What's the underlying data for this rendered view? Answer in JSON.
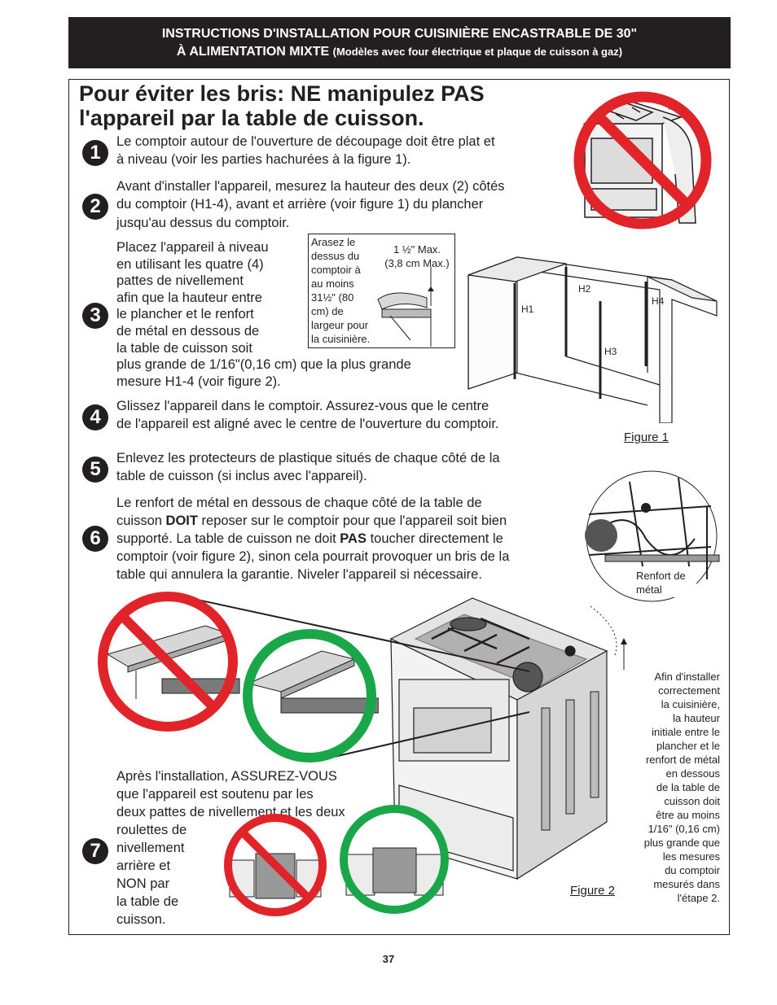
{
  "header": {
    "line1": "INSTRUCTIONS D'INSTALLATION POUR CUISINIÈRE ENCASTRABLE DE 30\"",
    "line2_main": "À ALIMENTATION MIXTE",
    "line2_sub": "(Modèles avec four électrique et plaque de cuisson à gaz)"
  },
  "title": {
    "line1": "Pour éviter les bris: NE manipulez PAS",
    "line2": "l'appareil par la table de cuisson."
  },
  "steps": [
    {
      "number": "1",
      "lines": [
        "Le comptoir autour de l'ouverture de découpage doit être plat et",
        "à niveau (voir les parties hachurées à la figure 1)."
      ]
    },
    {
      "number": "2",
      "lines": [
        "Avant d'installer l'appareil, mesurez la hauteur des deux (2) côtés",
        "du comptoir (H1-4), avant et arrière (voir figure 1) du plancher",
        "jusqu'au dessus du comptoir."
      ]
    },
    {
      "number": "3",
      "lines": [
        "Placez l'appareil à niveau",
        "en utilisant les quatre (4)",
        "pattes de nivellement",
        "afin que la hauteur entre",
        "le plancher et le renfort",
        "de métal en dessous de",
        "la table de cuisson soit",
        "plus grande de 1/16\"(0,16 cm) que la plus grande",
        "mesure H1-4 (voir figure 2)."
      ]
    },
    {
      "number": "4",
      "lines": [
        "Glissez l'appareil dans le comptoir. Assurez-vous que le centre",
        "de l'appareil est aligné avec le centre de l'ouverture du comptoir."
      ]
    },
    {
      "number": "5",
      "lines": [
        "Enlevez les protecteurs de plastique situés de chaque côté de la",
        "table de cuisson (si inclus avec l'appareil)."
      ]
    },
    {
      "number": "6",
      "line1": "Le renfort de métal en dessous de chaque côté de la table de",
      "line2_a": "cuisson ",
      "line2_b": "DOIT",
      "line2_c": " reposer sur le comptoir pour que l'appareil soit bien",
      "line3_a": "supporté. La table de cuisson ne doit ",
      "line3_b": "PAS",
      "line3_c": " toucher directement le",
      "line4": "comptoir (voir figure 2), sinon cela pourrait provoquer un bris de la",
      "line5": "table qui annulera la garantie. Niveler l'appareil si nécessaire."
    },
    {
      "number": "7",
      "lines": [
        "Après l'installation, ASSUREZ-VOUS",
        "que l'appareil est soutenu par les",
        "deux pattes de nivellement et les deux",
        "roulettes de",
        "nivellement",
        "arrière et",
        "NON par",
        "la table de",
        "cuisson."
      ]
    }
  ],
  "figure1": {
    "inset_note": [
      "Arasez le",
      "dessus du",
      "comptoir à",
      "au moins",
      "31½\" (80",
      "cm) de",
      "largeur pour",
      "la cuisinière."
    ],
    "max_note": [
      "1 ½\" Max.",
      "(3,8 cm Max.)"
    ],
    "labels": [
      "H1",
      "H2",
      "H3",
      "H4"
    ],
    "caption": "Figure 1"
  },
  "figure2": {
    "bracket_label": [
      "Renfort de",
      "métal"
    ],
    "side_note": [
      "Afin d'installer",
      "correctement",
      "la cuisinière,",
      "la hauteur",
      "initiale entre le",
      "plancher et le",
      "renfort de métal",
      "en dessous",
      "de la table de",
      "cuisson doit",
      "être au moins",
      "1/16\" (0,16 cm)",
      "plus grande que",
      "les mesures",
      "du comptoir",
      "mesurés dans",
      "l'étape 2."
    ],
    "caption": "Figure 2"
  },
  "colors": {
    "prohibited": "#e1242a",
    "correct": "#1aa74a",
    "dark": "#231f20"
  },
  "page_number": "37"
}
